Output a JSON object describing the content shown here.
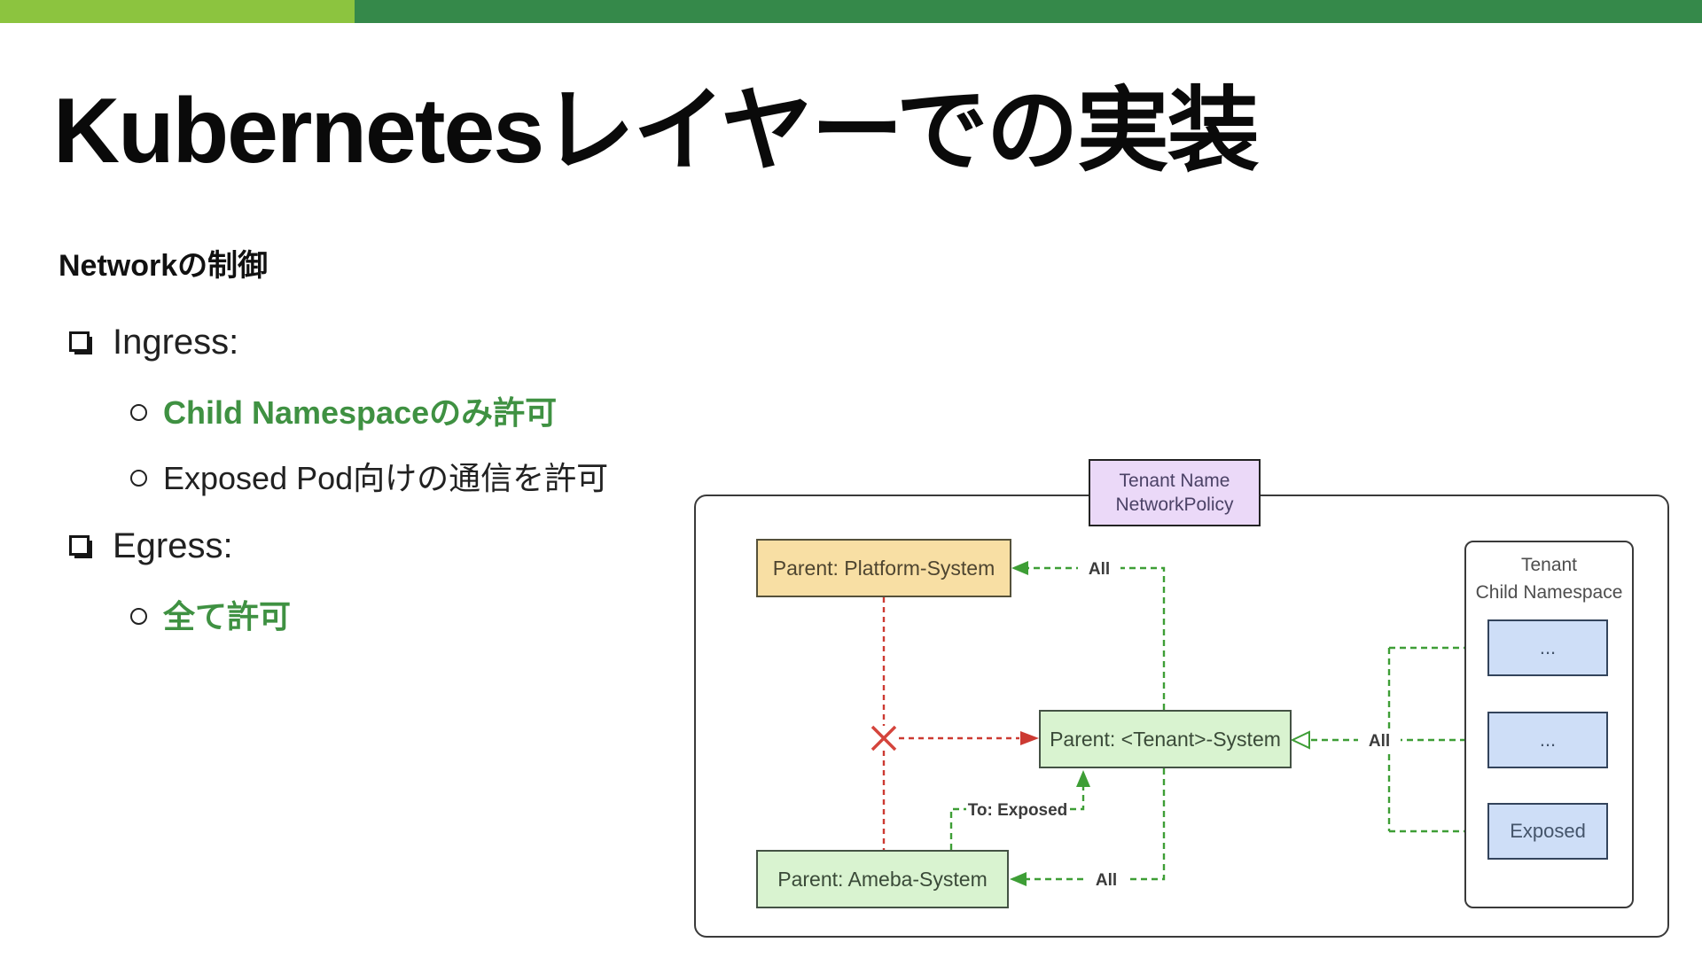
{
  "slide": {
    "topbar": {
      "light_green": "#8CC43F",
      "dark_green": "#35894A"
    },
    "title": "Kubernetesレイヤーでの実装",
    "heading": "Networkの制御",
    "accent_green_text": "#3F9142",
    "bullets": [
      {
        "marker": "square",
        "text": "Ingress:",
        "emphasis": false
      },
      {
        "marker": "circle",
        "text": "Child Namespaceのみ許可",
        "emphasis": true
      },
      {
        "marker": "circle",
        "text": "Exposed Pod向けの通信を許可",
        "emphasis": false
      },
      {
        "marker": "square",
        "text": "Egress:",
        "emphasis": false
      },
      {
        "marker": "circle",
        "text": "全て許可",
        "emphasis": true
      }
    ]
  },
  "diagram": {
    "policy_label": {
      "line1": "Tenant Name",
      "line2": "NetworkPolicy"
    },
    "nodes": {
      "platform": {
        "label": "Parent: Platform-System",
        "fill": "#F8DFA4"
      },
      "tenant": {
        "label": "Parent: <Tenant>-System",
        "fill": "#D9F3D0"
      },
      "ameba": {
        "label": "Parent: Ameba-System",
        "fill": "#D9F3D0"
      }
    },
    "child_namespace": {
      "title": {
        "line1": "Tenant",
        "line2": "Child Namespace"
      },
      "pods": [
        {
          "label": "..."
        },
        {
          "label": "..."
        },
        {
          "label": "Exposed"
        }
      ],
      "pod_fill": "#CEDEF7"
    },
    "edges": {
      "all_top": "All",
      "all_middle": "All",
      "all_bottom": "All",
      "to_exposed": "To: Exposed",
      "allow_color": "#3E9E36",
      "deny_color": "#CC3A32"
    }
  }
}
